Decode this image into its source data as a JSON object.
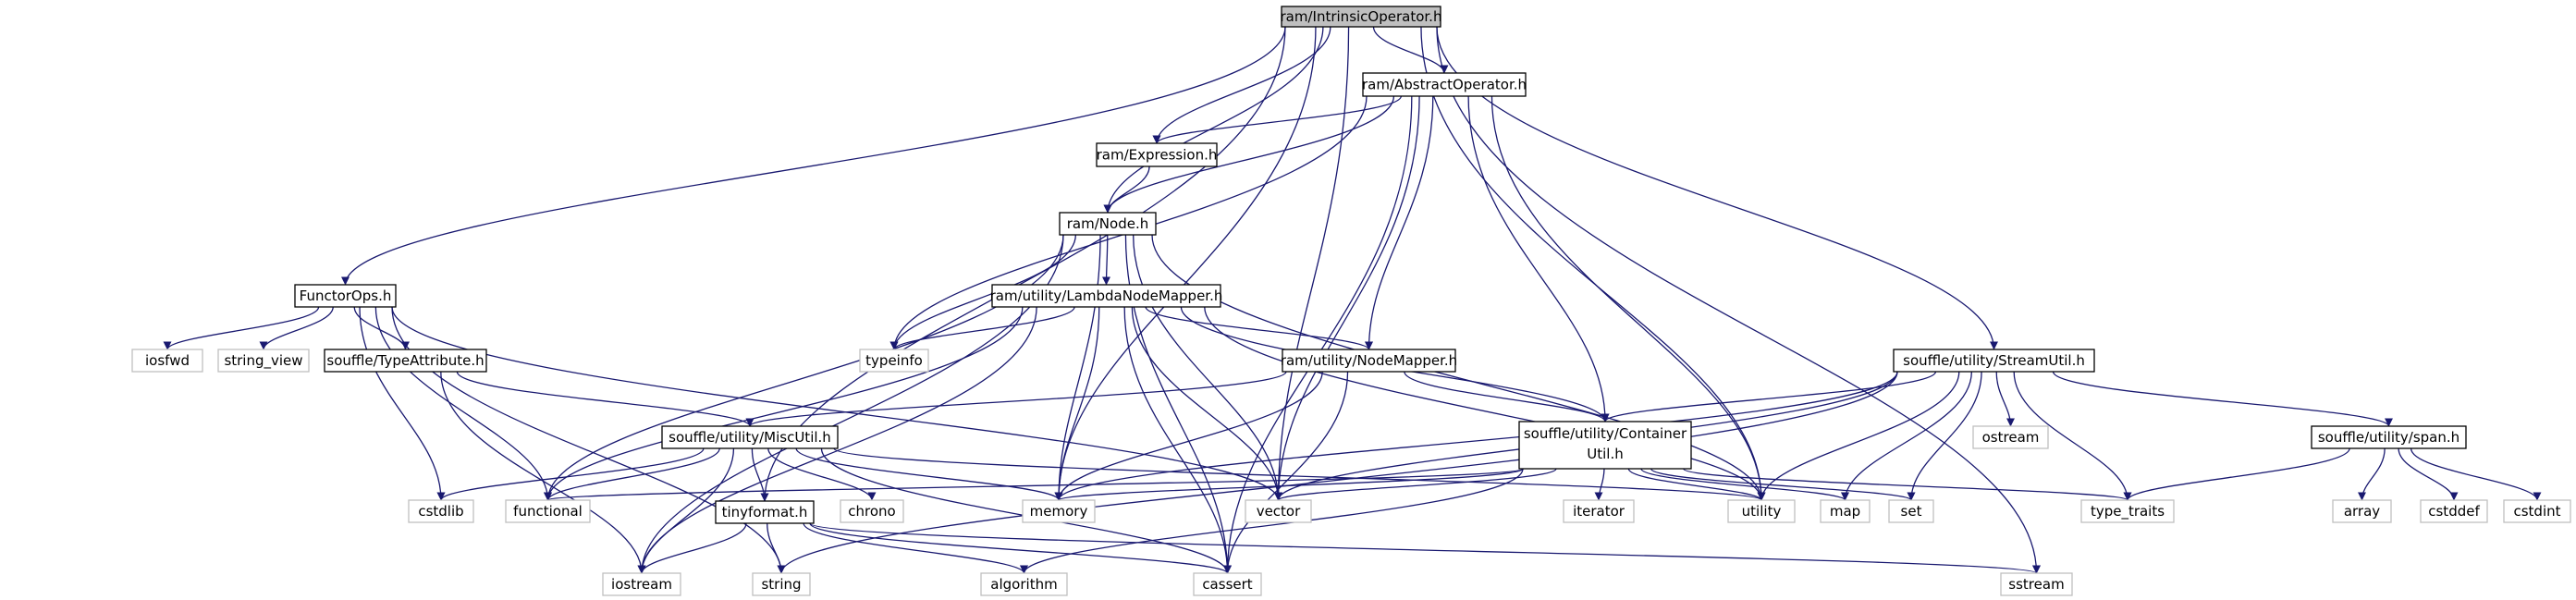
{
  "diagram": {
    "title": "ram/IntrinsicOperator.h",
    "colors": {
      "edge": "#191970",
      "root_fill": "#bfbfbf",
      "node_border": "#000000",
      "system_border": "#bfbfbf"
    },
    "nodes": [
      {
        "id": "root",
        "label": "ram/IntrinsicOperator.h",
        "kind": "root"
      },
      {
        "id": "abstractop",
        "label": "ram/AbstractOperator.h",
        "kind": "local"
      },
      {
        "id": "expression",
        "label": "ram/Expression.h",
        "kind": "local"
      },
      {
        "id": "node",
        "label": "ram/Node.h",
        "kind": "local"
      },
      {
        "id": "functorops",
        "label": "FunctorOps.h",
        "kind": "local"
      },
      {
        "id": "lambdanm",
        "label": "ram/utility/LambdaNodeMapper.h",
        "kind": "local"
      },
      {
        "id": "streamutil",
        "label": "souffle/utility/StreamUtil.h",
        "kind": "local"
      },
      {
        "id": "typeattr",
        "label": "souffle/TypeAttribute.h",
        "kind": "local"
      },
      {
        "id": "nodemapper",
        "label": "ram/utility/NodeMapper.h",
        "kind": "local"
      },
      {
        "id": "span",
        "label": "souffle/utility/span.h",
        "kind": "local"
      },
      {
        "id": "miscutil",
        "label": "souffle/utility/MiscUtil.h",
        "kind": "local"
      },
      {
        "id": "containerutil",
        "label": "souffle/utility/Container",
        "label2": "Util.h",
        "kind": "local"
      },
      {
        "id": "tinyformat",
        "label": "tinyformat.h",
        "kind": "local"
      },
      {
        "id": "iosfwd",
        "label": "iosfwd",
        "kind": "system"
      },
      {
        "id": "string_view",
        "label": "string_view",
        "kind": "system"
      },
      {
        "id": "typeinfo",
        "label": "typeinfo",
        "kind": "system"
      },
      {
        "id": "ostream",
        "label": "ostream",
        "kind": "system"
      },
      {
        "id": "cstdlib",
        "label": "cstdlib",
        "kind": "system"
      },
      {
        "id": "functional",
        "label": "functional",
        "kind": "system"
      },
      {
        "id": "chrono",
        "label": "chrono",
        "kind": "system"
      },
      {
        "id": "memory",
        "label": "memory",
        "kind": "system"
      },
      {
        "id": "vector",
        "label": "vector",
        "kind": "system"
      },
      {
        "id": "iterator",
        "label": "iterator",
        "kind": "system"
      },
      {
        "id": "utility",
        "label": "utility",
        "kind": "system"
      },
      {
        "id": "map",
        "label": "map",
        "kind": "system"
      },
      {
        "id": "set",
        "label": "set",
        "kind": "system"
      },
      {
        "id": "type_traits",
        "label": "type_traits",
        "kind": "system"
      },
      {
        "id": "array",
        "label": "array",
        "kind": "system"
      },
      {
        "id": "cstddef",
        "label": "cstddef",
        "kind": "system"
      },
      {
        "id": "cstdint",
        "label": "cstdint",
        "kind": "system"
      },
      {
        "id": "iostream",
        "label": "iostream",
        "kind": "system"
      },
      {
        "id": "string",
        "label": "string",
        "kind": "system"
      },
      {
        "id": "algorithm",
        "label": "algorithm",
        "kind": "system"
      },
      {
        "id": "cassert",
        "label": "cassert",
        "kind": "system"
      },
      {
        "id": "sstream",
        "label": "sstream",
        "kind": "system"
      }
    ],
    "edges": [
      [
        "root",
        "abstractop"
      ],
      [
        "root",
        "expression"
      ],
      [
        "root",
        "node"
      ],
      [
        "root",
        "functorops"
      ],
      [
        "root",
        "streamutil"
      ],
      [
        "root",
        "memory"
      ],
      [
        "root",
        "vector"
      ],
      [
        "root",
        "utility"
      ],
      [
        "root",
        "sstream"
      ],
      [
        "root",
        "tinyformat"
      ],
      [
        "abstractop",
        "expression"
      ],
      [
        "abstractop",
        "node"
      ],
      [
        "abstractop",
        "nodemapper"
      ],
      [
        "abstractop",
        "containerutil"
      ],
      [
        "abstractop",
        "typeinfo"
      ],
      [
        "abstractop",
        "vector"
      ],
      [
        "abstractop",
        "utility"
      ],
      [
        "abstractop",
        "cassert"
      ],
      [
        "expression",
        "node"
      ],
      [
        "node",
        "lambdanm"
      ],
      [
        "node",
        "typeinfo"
      ],
      [
        "node",
        "functional"
      ],
      [
        "node",
        "memory"
      ],
      [
        "node",
        "vector"
      ],
      [
        "node",
        "utility"
      ],
      [
        "node",
        "iostream"
      ],
      [
        "node",
        "cassert"
      ],
      [
        "functorops",
        "typeattr"
      ],
      [
        "functorops",
        "iosfwd"
      ],
      [
        "functorops",
        "string_view"
      ],
      [
        "functorops",
        "cstdlib"
      ],
      [
        "functorops",
        "functional"
      ],
      [
        "functorops",
        "vector"
      ],
      [
        "functorops",
        "string"
      ],
      [
        "lambdanm",
        "nodemapper"
      ],
      [
        "lambdanm",
        "containerutil"
      ],
      [
        "lambdanm",
        "typeinfo"
      ],
      [
        "lambdanm",
        "functional"
      ],
      [
        "lambdanm",
        "memory"
      ],
      [
        "lambdanm",
        "vector"
      ],
      [
        "lambdanm",
        "utility"
      ],
      [
        "lambdanm",
        "iostream"
      ],
      [
        "lambdanm",
        "cassert"
      ],
      [
        "nodemapper",
        "miscutil"
      ],
      [
        "nodemapper",
        "containerutil"
      ],
      [
        "nodemapper",
        "memory"
      ],
      [
        "nodemapper",
        "cassert"
      ],
      [
        "typeattr",
        "miscutil"
      ],
      [
        "typeattr",
        "iostream"
      ],
      [
        "miscutil",
        "tinyformat"
      ],
      [
        "miscutil",
        "cstdlib"
      ],
      [
        "miscutil",
        "functional"
      ],
      [
        "miscutil",
        "chrono"
      ],
      [
        "miscutil",
        "memory"
      ],
      [
        "miscutil",
        "utility"
      ],
      [
        "miscutil",
        "iostream"
      ],
      [
        "miscutil",
        "cassert"
      ],
      [
        "tinyformat",
        "iostream"
      ],
      [
        "tinyformat",
        "string"
      ],
      [
        "tinyformat",
        "algorithm"
      ],
      [
        "tinyformat",
        "cassert"
      ],
      [
        "tinyformat",
        "sstream"
      ],
      [
        "containerutil",
        "functional"
      ],
      [
        "containerutil",
        "memory"
      ],
      [
        "containerutil",
        "vector"
      ],
      [
        "containerutil",
        "iterator"
      ],
      [
        "containerutil",
        "utility"
      ],
      [
        "containerutil",
        "map"
      ],
      [
        "containerutil",
        "set"
      ],
      [
        "containerutil",
        "type_traits"
      ],
      [
        "containerutil",
        "algorithm"
      ],
      [
        "streamutil",
        "containerutil"
      ],
      [
        "streamutil",
        "span"
      ],
      [
        "streamutil",
        "ostream"
      ],
      [
        "streamutil",
        "memory"
      ],
      [
        "streamutil",
        "vector"
      ],
      [
        "streamutil",
        "utility"
      ],
      [
        "streamutil",
        "map"
      ],
      [
        "streamutil",
        "set"
      ],
      [
        "streamutil",
        "type_traits"
      ],
      [
        "streamutil",
        "string"
      ],
      [
        "span",
        "type_traits"
      ],
      [
        "span",
        "array"
      ],
      [
        "span",
        "cstddef"
      ],
      [
        "span",
        "cstdint"
      ]
    ]
  }
}
